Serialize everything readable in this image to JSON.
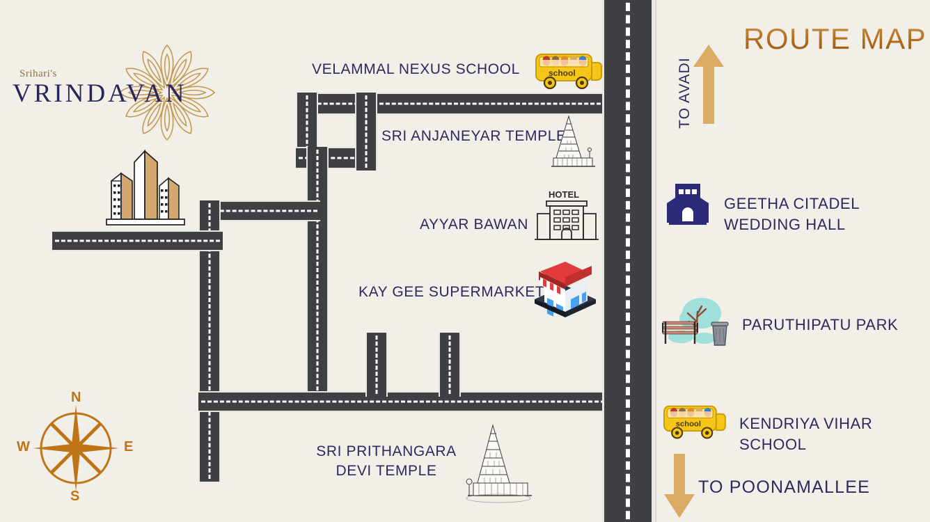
{
  "page": {
    "title": "ROUTE MAP",
    "background_color": "#f2efe9",
    "road_color": "#3f4044",
    "navy": "#2b2a5e",
    "gold": "#c07a25",
    "tan": "#d9ab63"
  },
  "logo": {
    "pretitle": "Srihari's",
    "name": "VRINDAVAN",
    "icon": "mandala-flower"
  },
  "map_labels": [
    {
      "id": "velammal-nexus-school",
      "text": "VELAMMAL NEXUS SCHOOL",
      "icon": "school-bus-icon"
    },
    {
      "id": "sri-anjaneyar-temple",
      "text": "SRI ANJANEYAR TEMPLE",
      "icon": "temple-gopuram-icon"
    },
    {
      "id": "ayyar-bawan",
      "text": "AYYAR BAWAN",
      "icon": "hotel-icon",
      "icon_caption": "HOTEL"
    },
    {
      "id": "kay-gee-supermarket",
      "text": "KAY GEE SUPERMARKET",
      "icon": "supermarket-shop-icon"
    },
    {
      "id": "sri-prithangara-devi-temple",
      "text": "SRI PRITHANGARA DEVI TEMPLE",
      "line1": "SRI PRITHANGARA",
      "line2": "DEVI TEMPLE",
      "icon": "temple-gopuram-icon"
    }
  ],
  "directions": {
    "top": {
      "text": "TO AVADI",
      "arrow": "arrow-up-icon"
    },
    "bottom": {
      "text": "TO POONAMALLEE",
      "arrow": "arrow-down-icon"
    }
  },
  "legend": [
    {
      "id": "geetha-citadel-wedding-hall",
      "line1": "GEETHA CITADEL",
      "line2": "WEDDING HALL",
      "icon": "wedding-hall-building-icon"
    },
    {
      "id": "paruthipatu-park",
      "line1": "PARUTHIPATU PARK",
      "line2": "",
      "icon": "park-bench-tree-icon"
    },
    {
      "id": "kendriya-vihar-school",
      "line1": "KENDRIYA VIHAR SCHOOL",
      "line2": "",
      "icon": "school-bus-icon"
    }
  ],
  "compass": {
    "north": "N",
    "east": "E",
    "south": "S",
    "west": "W"
  },
  "site": {
    "icon": "apartment-buildings-icon"
  }
}
